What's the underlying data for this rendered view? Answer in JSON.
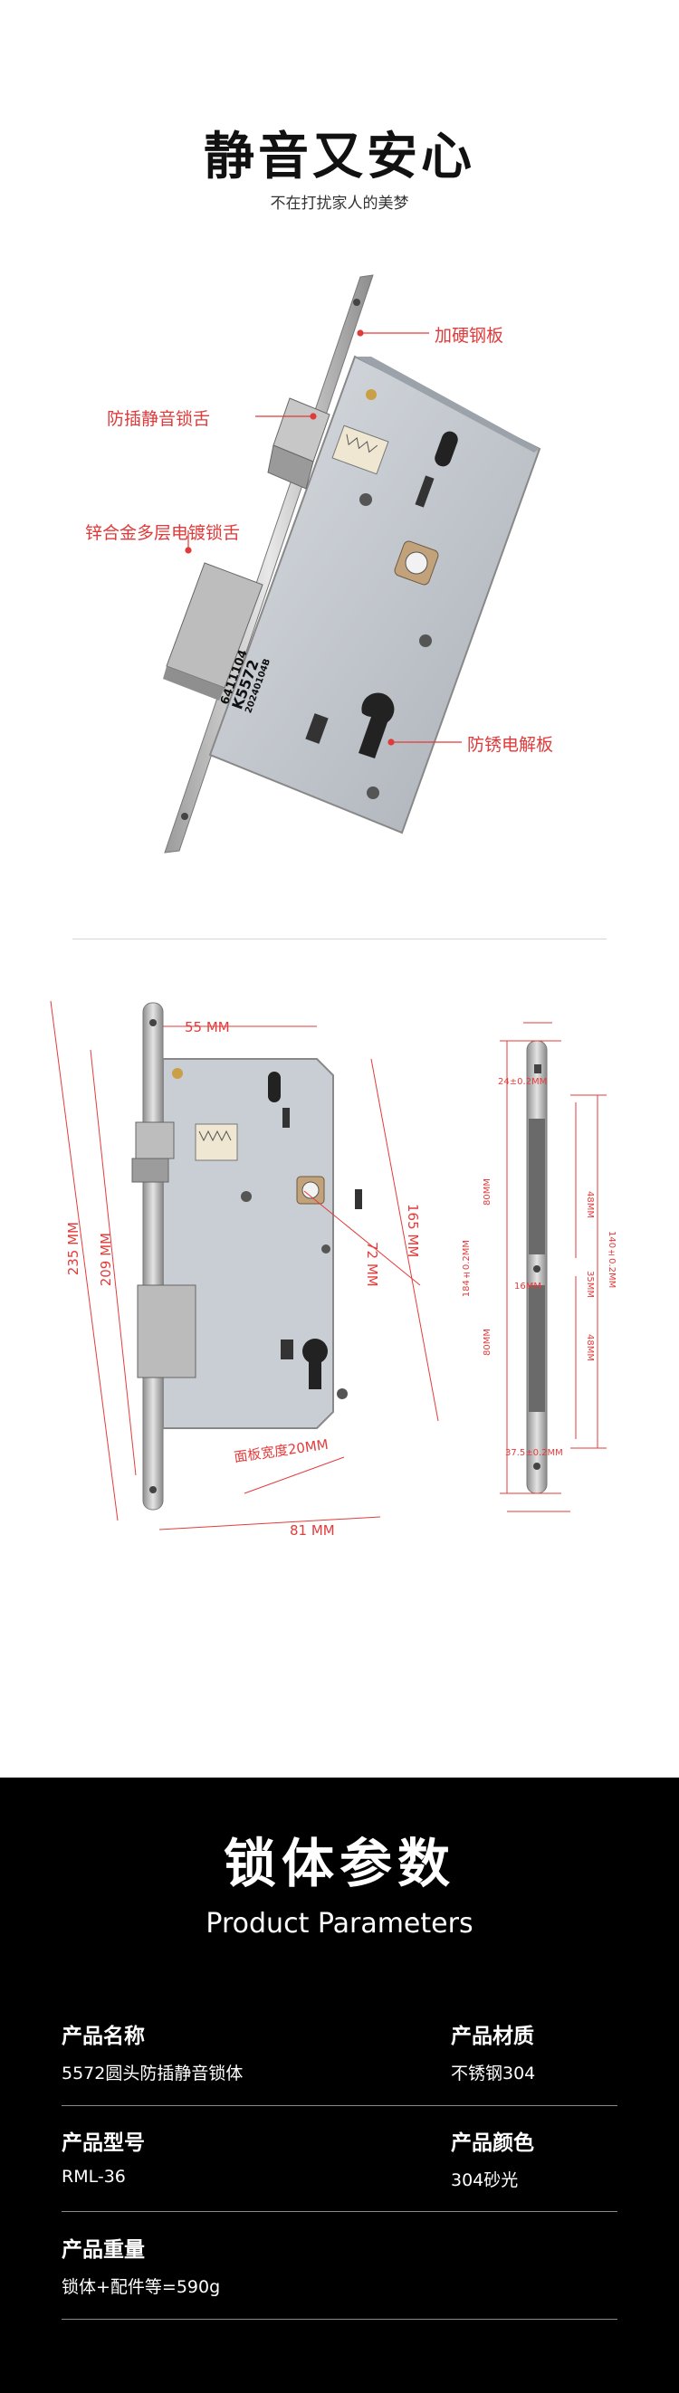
{
  "hero": {
    "title": "静音又安心",
    "subtitle": "不在打扰家人的美梦"
  },
  "callouts": {
    "steel_plate": "加硬钢板",
    "silent_latch": "防插静音锁舌",
    "zinc_bolt": "锌合金多层电镀锁舌",
    "rust_plate": "防锈电解板"
  },
  "lock_stamp": {
    "code1": "6411104",
    "model": "K5572",
    "code2": "20240104B"
  },
  "dimensions_main": {
    "w55": "55 MM",
    "h165": "165 MM",
    "h72": "72 MM",
    "h209": "209 MM",
    "h235": "235 MM",
    "panel": "面板宽度20MM",
    "w81": "81 MM"
  },
  "dimensions_plate": {
    "top": "24±0.2MM",
    "left": "184±0.2MM",
    "s80a": "80MM",
    "s80b": "80MM",
    "c16": "16MM",
    "r48a": "48MM",
    "r35": "35MM",
    "r48b": "48MM",
    "right": "140±0.2MM",
    "bottom": "37.5±0.2MM"
  },
  "params": {
    "title": "锁体参数",
    "subtitle": "Product Parameters",
    "name_label": "产品名称",
    "name_value": "5572圆头防插静音锁体",
    "material_label": "产品材质",
    "material_value": "不锈钢304",
    "model_label": "产品型号",
    "model_value": "RML-36",
    "color_label": "产品颜色",
    "color_value": "304砂光",
    "weight_label": "产品重量",
    "weight_value": "锁体+配件等=590g"
  }
}
